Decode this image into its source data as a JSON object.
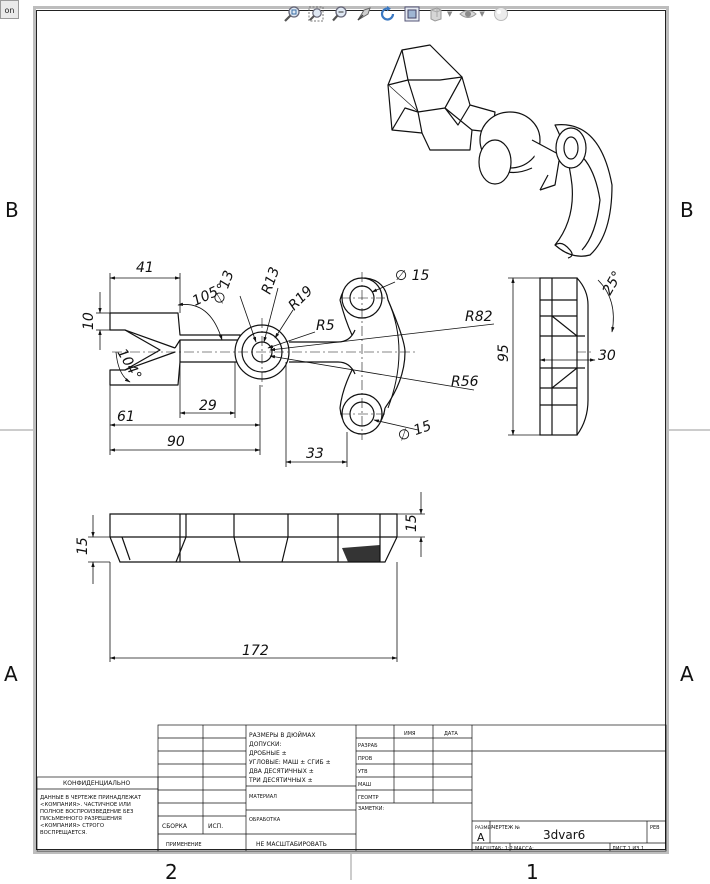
{
  "window": {
    "tab_label": "on"
  },
  "toolbar": {
    "icons": [
      "zoom-to-fit-icon",
      "zoom-to-area-icon",
      "zoom-in-out-icon",
      "pan-icon",
      "rotate-icon",
      "section-view-icon",
      "display-style-icon",
      "hide-show-icon",
      "appearance-icon"
    ]
  },
  "zones": {
    "left_upper": "B",
    "right_upper": "B",
    "left_lower": "A",
    "right_lower": "A",
    "bottom_left": "2",
    "bottom_right": "1"
  },
  "dimensions": {
    "d41": "41",
    "d105": "105°",
    "d13": "∅ 13",
    "r13": "R13",
    "r19": "R19",
    "d15_top": "∅ 15",
    "r82": "R82",
    "r5": "R5",
    "d10": "10",
    "d104": "104°",
    "r56": "R56",
    "d29": "29",
    "d61": "61",
    "d90": "90",
    "d33": "33",
    "d15_bot": "∅ 15",
    "d95": "95",
    "d25": "25°",
    "d30": "30",
    "d15_left": "15",
    "d15_right": "15",
    "d172": "172"
  },
  "title_block": {
    "units_lines": [
      "РАЗМЕРЫ В ДЮЙМАХ",
      "ДОПУСКИ:",
      "ДРОБНЫЕ ±",
      "УГЛОВЫЕ: МАШ ±   СГИБ ±",
      "ДВА ДЕСЯТИЧНЫХ   ±",
      "ТРИ ДЕСЯТИЧНЫХ   ±"
    ],
    "material_label": "МАТЕРИАЛ",
    "finish_label": "ОБРАБОТКА",
    "no_scale_label": "НЕ МАСШТАБИРОВАТЬ",
    "assembly_label": "СБОРКА",
    "used_on_label": "ИСП.",
    "application_label": "ПРИМЕНЕНИЕ",
    "confidential_title": "КОНФИДЕНЦИАЛЬНО",
    "confidential_lines": [
      "ДАННЫЕ В ЧЕРТЕЖЕ ПРИНАДЛЕЖАТ",
      "<КОМПАНИЯ>. ЧАСТИЧНОЕ ИЛИ",
      "ПОЛНОЕ ВОСПРОИЗВЕДЕНИЕ БЕЗ",
      "ПИСЬМЕННОГО РАЗРЕШЕНИЯ",
      "<КОМПАНИЯ> СТРОГО",
      "ВОСПРЕЩАЕТСЯ."
    ],
    "name_header": "ИМЯ",
    "date_header": "ДАТА",
    "roles": [
      "РАЗРАБ",
      "ПРОВ",
      "УТВ",
      "МАШ",
      "ГЕОМТР",
      "ЗАМЕТКИ:"
    ],
    "size_label": "РАЗМЕР",
    "size_value": "A",
    "doc_no_label": "ЧЕРТЕЖ №",
    "doc_no_value": "3dvar6",
    "rev_label": "РЕВ",
    "scale_label": "МАСШТАБ: 1:2",
    "weight_label": "МАССА:",
    "sheet_label": "ЛИСТ 1 ИЗ 1"
  }
}
